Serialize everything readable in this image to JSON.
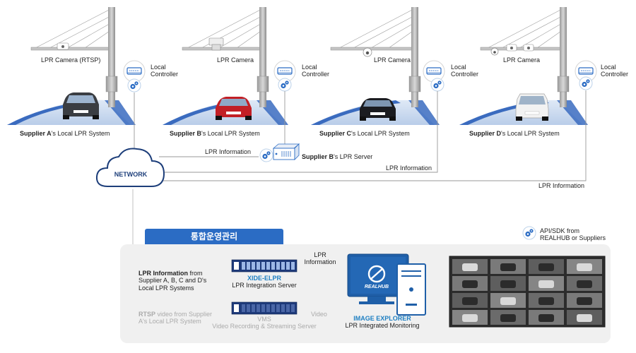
{
  "suppliers": [
    {
      "camera": "LPR Camera (RTSP)",
      "controller": [
        "Local",
        "Controller"
      ],
      "name_bold": "Supplier A",
      "name_rest": "'s Local LPR System",
      "car_color": "#3a3d42"
    },
    {
      "camera": "LPR Camera",
      "controller": [
        "Local",
        "Controller"
      ],
      "name_bold": "Supplier B",
      "name_rest": "'s Local LPR System",
      "car_color": "#c21f25"
    },
    {
      "camera": "LPR Camera",
      "controller": [
        "Local",
        "Controller"
      ],
      "name_bold": "Supplier C",
      "name_rest": "'s Local LPR System",
      "car_color": "#1b1c20"
    },
    {
      "camera": "LPR Camera",
      "controller": [
        "Local",
        "Controller"
      ],
      "name_bold": "Supplier D",
      "name_rest": "'s Local LPR System",
      "car_color": "#f2f2f2"
    }
  ],
  "network": {
    "label": "NETWORK",
    "lpr_info_b": "LPR Information",
    "server_b_bold": "Supplier B",
    "server_b_rest": "'s LPR Server",
    "lpr_info_c": "LPR Information",
    "lpr_info_d": "LPR Information"
  },
  "panel": {
    "title": "통합운영관리",
    "api_line1": "API/SDK from",
    "api_line2": "REALHUB or Suppliers",
    "lpr_from_bold": "LPR Information",
    "lpr_from_rest": " from",
    "lpr_from_line2": "Supplier A, B, C and D's",
    "lpr_from_line3": "Local LPR Systems",
    "xide_name": "XIDE-ELPR",
    "xide_desc": "LPR Integration Server",
    "lpr_info_line1": "LPR",
    "lpr_info_line2": "Information",
    "rtsp_bold": "RTSP",
    "rtsp_rest": " video from Supplier",
    "rtsp_line2": "A's Local LPR System",
    "vms_name": "VMS",
    "vms_desc": "Video Recording & Streaming Server",
    "video_label": "Video",
    "explorer_name": "IMAGE EXPLORER",
    "explorer_desc": "LPR Integrated Monitoring",
    "brand": "REALHUB"
  },
  "colors": {
    "accent": "#2b6cc4",
    "cloud_stroke": "#1d3e7a",
    "road": "#3a6bbf",
    "panel_bg": "#f0f0f0",
    "line_gray": "#999999"
  }
}
